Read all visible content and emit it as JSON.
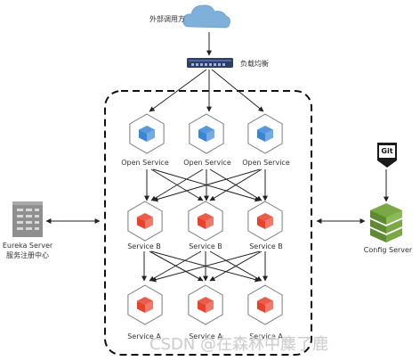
{
  "external_caller": {
    "label": "外部调用方"
  },
  "load_balancer": {
    "label": "负载均衡"
  },
  "open_services": [
    {
      "label": "Open Service"
    },
    {
      "label": "Open Service"
    },
    {
      "label": "Open Service"
    }
  ],
  "service_b": [
    {
      "label": "Service B"
    },
    {
      "label": "Service B"
    },
    {
      "label": "Service B"
    }
  ],
  "service_a": [
    {
      "label": "Service A"
    },
    {
      "label": "Service A"
    },
    {
      "label": "Service A"
    }
  ],
  "eureka": {
    "label_line1": "Eureka Server",
    "label_line2": "服务注册中心"
  },
  "git": {
    "label": "Git"
  },
  "config_server": {
    "label": "Config Server"
  },
  "watermark": {
    "text": "CSDN @在森林中麋了鹿"
  },
  "colors": {
    "cloud": "#7fb0d9",
    "open_cube": "#3a86d6",
    "service_cube": "#e8412c",
    "hex_stroke": "#7a7a7a",
    "config_green": "#6c9a3a",
    "eureka_gray": "#8f8f8f"
  }
}
